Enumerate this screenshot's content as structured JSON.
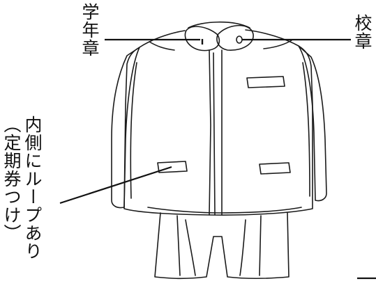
{
  "labels": {
    "grade_badge": "学年章",
    "school_badge": "校章",
    "inner_loop_line1": "内側にループあり",
    "inner_loop_line2": "（定期券つけ）"
  },
  "colors": {
    "ink": "#1a1a1a",
    "background": "#ffffff"
  }
}
